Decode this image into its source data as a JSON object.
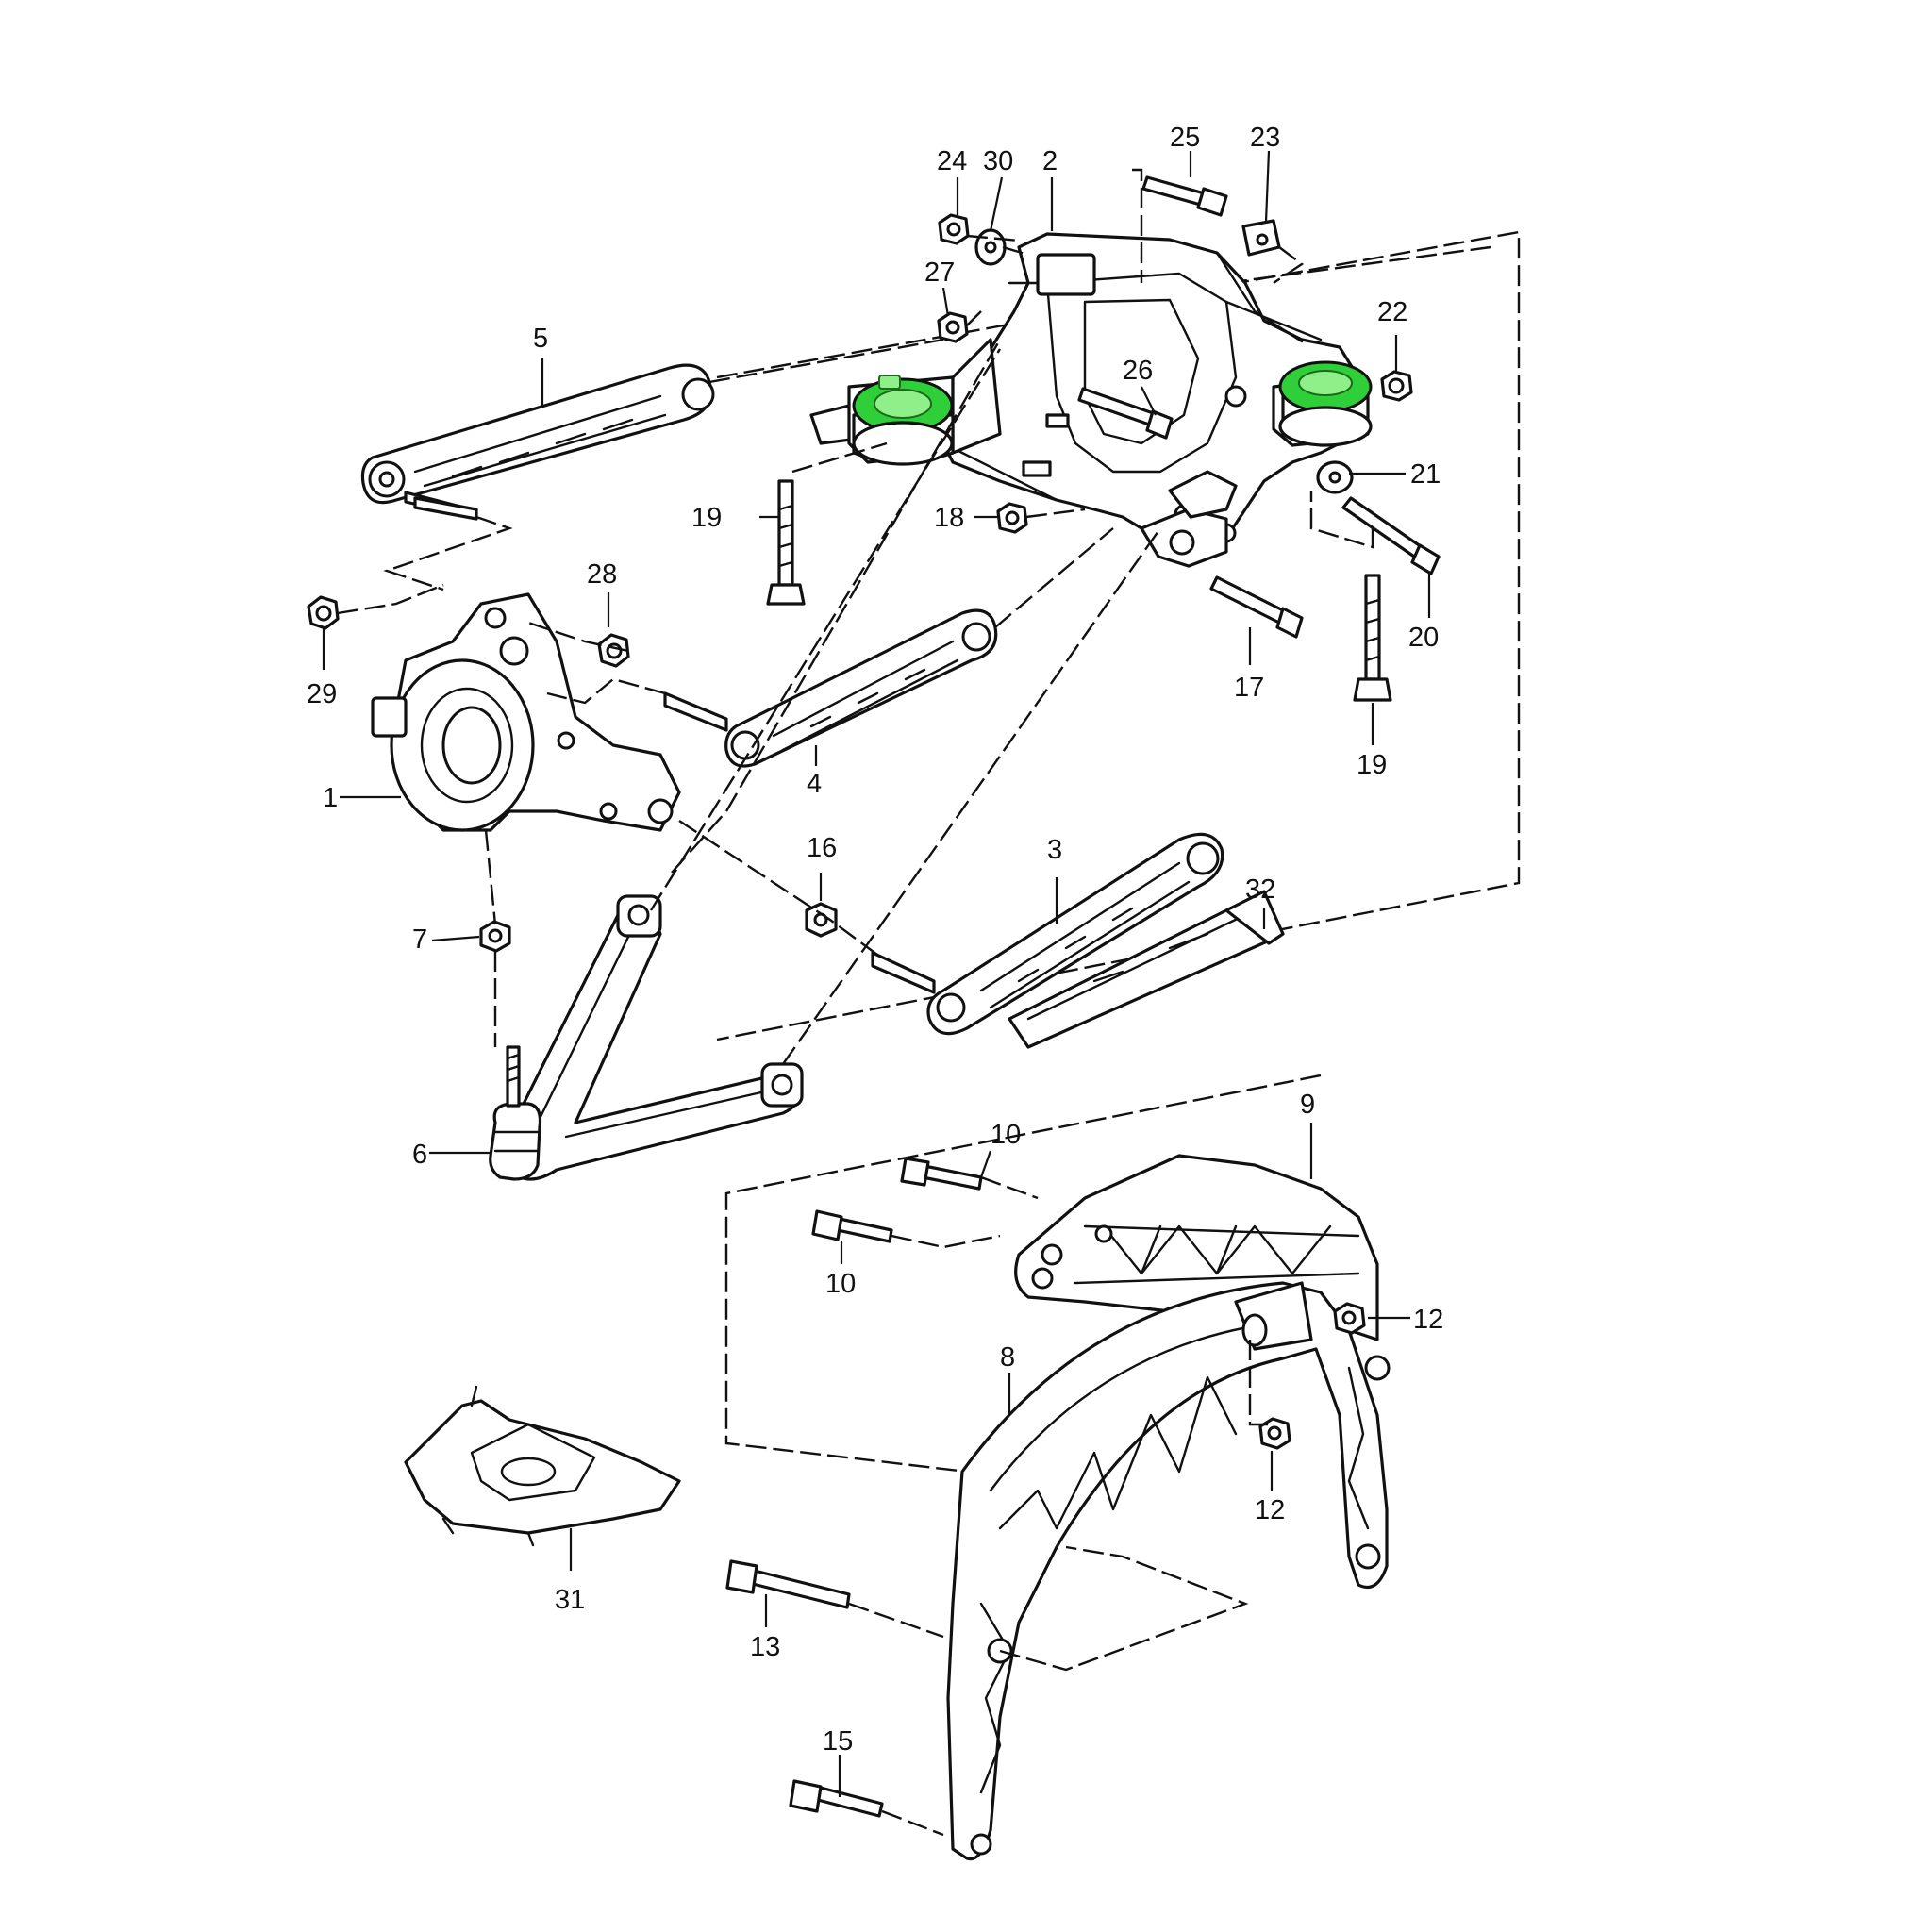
{
  "bushing_color": "#2fcf3a",
  "labels": {
    "p1": "1",
    "p2": "2",
    "p3": "3",
    "p4": "4",
    "p5": "5",
    "p6": "6",
    "p7": "7",
    "p8": "8",
    "p9": "9",
    "p10a": "10",
    "p10b": "10",
    "p12a": "12",
    "p12b": "12",
    "p13": "13",
    "p15": "15",
    "p16": "16",
    "p17": "17",
    "p18": "18",
    "p19a": "19",
    "p19b": "19",
    "p20": "20",
    "p21": "21",
    "p22": "22",
    "p23": "23",
    "p24": "24",
    "p25": "25",
    "p26": "26",
    "p27": "27",
    "p28": "28",
    "p29": "29",
    "p30": "30",
    "p31": "31",
    "p32": "32"
  }
}
